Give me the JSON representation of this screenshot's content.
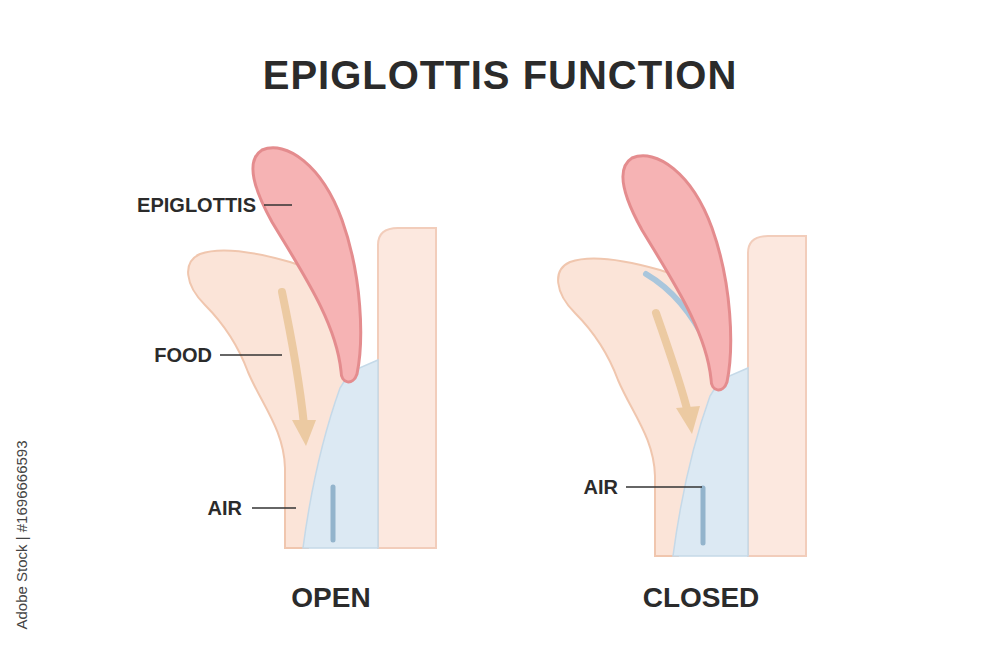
{
  "diagram": {
    "title": "EPIGLOTTIS FUNCTION",
    "labels": [
      "EPIGLOTTIS",
      "FOOD",
      "AIR",
      "OPEN",
      "AIR",
      "CLOSED",
      "Adobe Stock | #1696666593"
    ]
  }
}
